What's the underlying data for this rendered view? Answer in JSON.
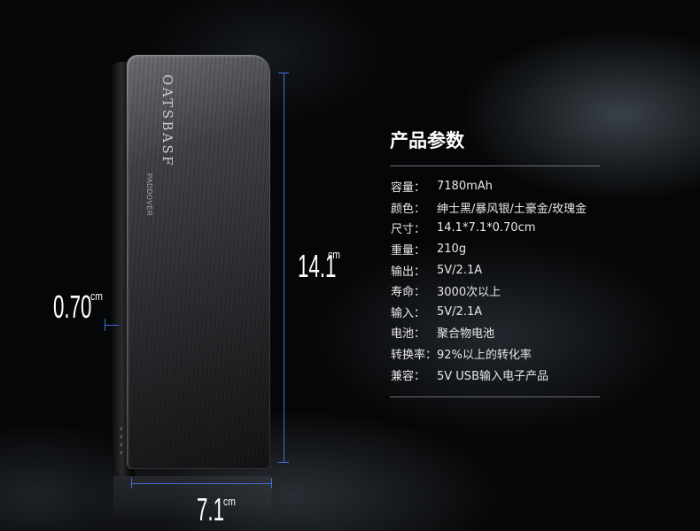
{
  "product": {
    "brand_name": "OATSBASF",
    "brand_sub": "PADDOVER"
  },
  "dimensions": {
    "length": {
      "value": "14.1",
      "unit": "cm"
    },
    "width": {
      "value": "7.1",
      "unit": "cm"
    },
    "thickness": {
      "value": "0.70",
      "unit": "cm"
    }
  },
  "specs": {
    "title": "产品参数",
    "rows": [
      {
        "label": "容量：",
        "value": "7180mAh"
      },
      {
        "label": "颜色：",
        "value": "绅士黑/暴风银/土豪金/玫瑰金"
      },
      {
        "label": "尺寸：",
        "value": "14.1*7.1*0.70cm"
      },
      {
        "label": "重量：",
        "value": "210g"
      },
      {
        "label": "输出：",
        "value": "5V/2.1A"
      },
      {
        "label": "寿命：",
        "value": "3000次以上"
      },
      {
        "label": "输入：",
        "value": "5V/2.1A"
      },
      {
        "label": "电池：",
        "value": "聚合物电池"
      },
      {
        "label": "转换率：",
        "value": "92%以上的转化率"
      },
      {
        "label": "兼容：",
        "value": "5V USB输入电子产品"
      }
    ]
  },
  "colors": {
    "background": "#050607",
    "dimension_line": "#3f6fd8",
    "text": "#ffffff"
  }
}
